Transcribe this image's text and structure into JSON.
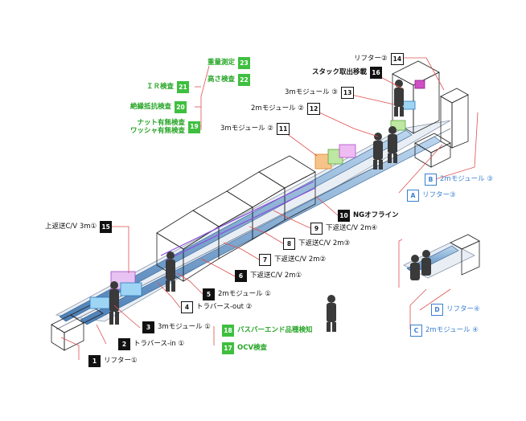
{
  "colors": {
    "black": "#111111",
    "green": "#3fbf3f",
    "blue": "#3a7fd0",
    "leader_red": "#e05050"
  },
  "labels": {
    "n1": {
      "num": "1",
      "text": "リフター①"
    },
    "n2": {
      "num": "2",
      "text": "トラバース-in ①"
    },
    "n3": {
      "num": "3",
      "text": "3mモジュール ①"
    },
    "n4": {
      "num": "4",
      "text": "トラバース-out ②"
    },
    "n5": {
      "num": "5",
      "text": "2mモジュール ①"
    },
    "n6": {
      "num": "6",
      "text": "下返送C/V 2m①"
    },
    "n7": {
      "num": "7",
      "text": "下返送C/V 2m②"
    },
    "n8": {
      "num": "8",
      "text": "下返送C/V 2m③"
    },
    "n9": {
      "num": "9",
      "text": "下返送C/V 2m④"
    },
    "n10": {
      "num": "10",
      "text": "NGオフライン"
    },
    "n11": {
      "num": "11",
      "text": "3mモジュール ②"
    },
    "n12": {
      "num": "12",
      "text": "2mモジュール ②"
    },
    "n13": {
      "num": "13",
      "text": "3mモジュール ③"
    },
    "n14": {
      "num": "14",
      "text": "リフター②"
    },
    "n15": {
      "num": "15",
      "text": "上返送C/V 3m①"
    },
    "n16": {
      "num": "16",
      "text": "スタック取出移載"
    },
    "n17": {
      "num": "17",
      "text": "OCV検査"
    },
    "n18": {
      "num": "18",
      "text": "バスバーエンド品種検知"
    },
    "n19": {
      "num": "19",
      "text1": "ナット有無検査",
      "text2": "ワッシャ有無検査"
    },
    "n20": {
      "num": "20",
      "text": "絶縁抵抗検査"
    },
    "n21": {
      "num": "21",
      "text": "ＩＲ検査"
    },
    "n22": {
      "num": "22",
      "text": "高さ検査"
    },
    "n23": {
      "num": "23",
      "text": "重量測定"
    },
    "A": {
      "num": "A",
      "text": "リフター③"
    },
    "B": {
      "num": "B",
      "text": "2mモジュール ③"
    },
    "C": {
      "num": "C",
      "text": "2mモジュール ④"
    },
    "D": {
      "num": "D",
      "text": "リフター④"
    }
  }
}
